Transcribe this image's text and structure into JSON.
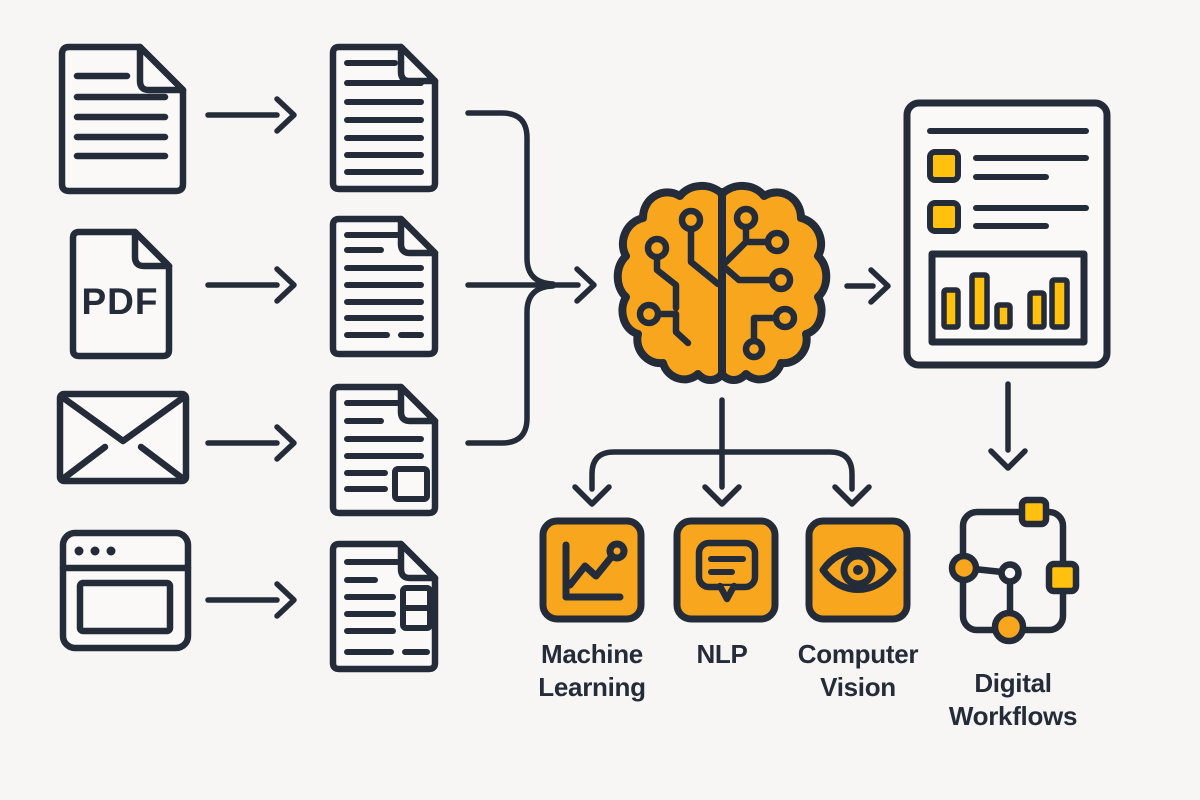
{
  "palette": {
    "background": "#f7f6f4",
    "ink": "#242c39",
    "orange": "#f8a61e",
    "yellow": "#ffc10d",
    "paper": "#faf9f7"
  },
  "sources": {
    "items": [
      {
        "icon": "text-document-icon"
      },
      {
        "icon": "pdf-document-icon",
        "label": "PDF"
      },
      {
        "icon": "email-envelope-icon"
      },
      {
        "icon": "web-browser-icon"
      }
    ]
  },
  "pipeline": {
    "normalized_document_count": 4,
    "processor_icon": "ai-circuit-brain-icon",
    "report_icon": "report-document-icon"
  },
  "capabilities": {
    "items": [
      {
        "icon": "trend-chart-icon",
        "label": "Machine Learning"
      },
      {
        "icon": "speech-bubble-icon",
        "label": "NLP"
      },
      {
        "icon": "eye-icon",
        "label": "Computer Vision"
      }
    ]
  },
  "output": {
    "icon": "workflow-nodes-icon",
    "label": "Digital Workflows"
  }
}
